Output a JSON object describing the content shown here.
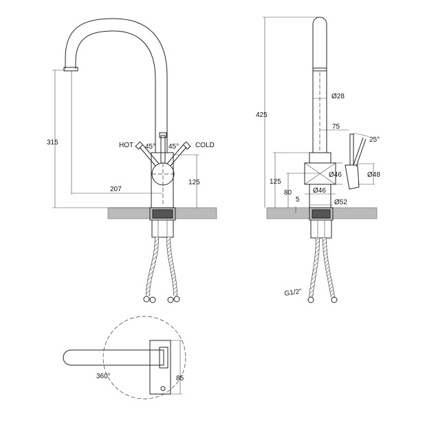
{
  "front_view": {
    "height_spout": "315",
    "reach": "207",
    "handle_height": "125",
    "hot_label": "HOT",
    "cold_label": "COLD",
    "hot_angle": "45°",
    "cold_angle": "45°"
  },
  "side_view": {
    "total_height": "425",
    "spout_diameter": "Ø28",
    "handle_offset": "75",
    "handle_angle": "25°",
    "body_diameter": "Ø46",
    "handle_diameter": "Ø48",
    "body_height": "125",
    "handle_axis_height": "80",
    "base_height": "5",
    "lower_diameter": "Ø46",
    "base_diameter": "Ø52",
    "thread": "G1/2\""
  },
  "top_view": {
    "rotation": "360°",
    "base_length": "85"
  }
}
